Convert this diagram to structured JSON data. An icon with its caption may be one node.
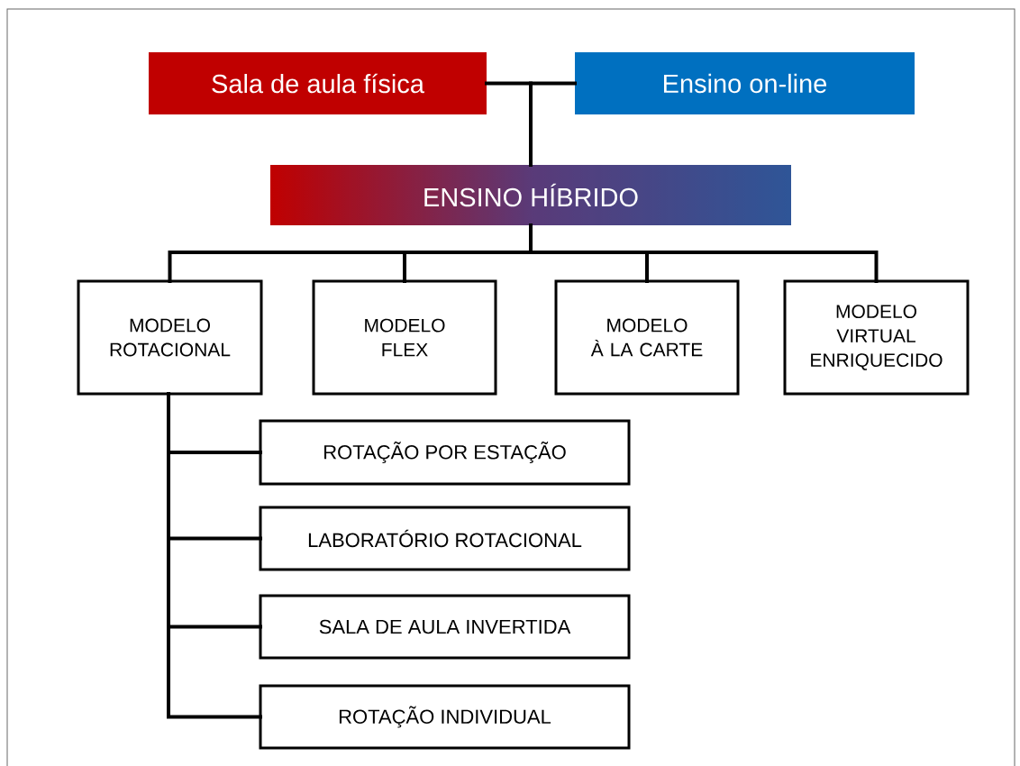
{
  "diagram": {
    "nodes": [
      {
        "text": [
          "Sala de aula física"
        ]
      },
      {
        "text": [
          "Ensino on-line"
        ]
      },
      {
        "text": [
          "ENSINO HÍBRIDO"
        ]
      },
      {
        "text": [
          "MODELO ROTACIONAL"
        ]
      },
      {
        "text": [
          "MODELO FLEX"
        ]
      },
      {
        "text": [
          "MODELO À LA CARTE"
        ]
      },
      {
        "text": [
          "MODELO VIRTUAL ENRIQUECIDO"
        ]
      },
      {
        "text": [
          "ROTAÇÃO POR ESTAÇÃO"
        ]
      },
      {
        "text": [
          "LABORATÓRIO ROTACIONAL"
        ]
      },
      {
        "text": [
          "SALA DE AULA INVERTIDA"
        ]
      },
      {
        "text": [
          "ROTAÇÃO INDIVIDUAL"
        ]
      }
    ],
    "edges": [
      {
        "from": 0,
        "to": 2,
        "arrow": "none"
      },
      {
        "from": 1,
        "to": 2,
        "arrow": "none"
      },
      {
        "from": 2,
        "to": 3,
        "arrow": "none"
      },
      {
        "from": 2,
        "to": 4,
        "arrow": "none"
      },
      {
        "from": 2,
        "to": 5,
        "arrow": "none"
      },
      {
        "from": 2,
        "to": 6,
        "arrow": "none"
      },
      {
        "from": 3,
        "to": 7,
        "arrow": "none"
      },
      {
        "from": 3,
        "to": 8,
        "arrow": "none"
      },
      {
        "from": 3,
        "to": 9,
        "arrow": "none"
      },
      {
        "from": 3,
        "to": 10,
        "arrow": "none"
      }
    ]
  }
}
